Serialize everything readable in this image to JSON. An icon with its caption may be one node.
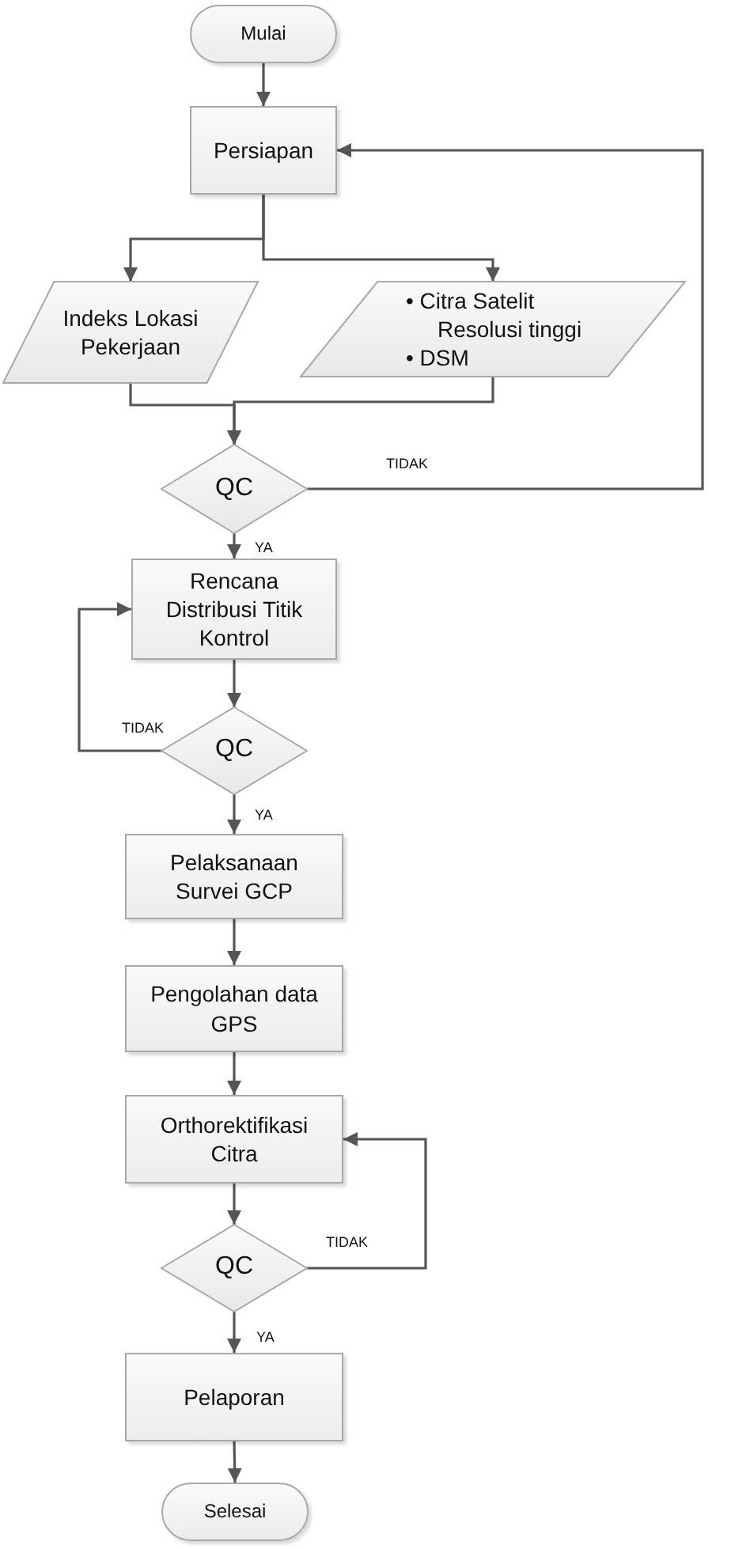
{
  "diagram": {
    "nodes": [
      {
        "text": [
          "Mulai"
        ]
      },
      {
        "text": [
          "Persiapan"
        ]
      },
      {
        "text": [
          "Indeks Lokasi Pekerjaan"
        ]
      },
      {
        "text": [
          "• Citra Satelit Resolusi tinggi",
          "• DSM"
        ]
      },
      {
        "text": [
          "QC"
        ]
      },
      {
        "text": [
          "Rencana Distribusi Titik Kontrol"
        ]
      },
      {
        "text": [
          "QC"
        ]
      },
      {
        "text": [
          "Pelaksanaan Survei GCP"
        ]
      },
      {
        "text": [
          "Pengolahan data GPS"
        ]
      },
      {
        "text": [
          "Orthorektifikasi Citra"
        ]
      },
      {
        "text": [
          "QC"
        ]
      },
      {
        "text": [
          "Pelaporan"
        ]
      },
      {
        "text": [
          "Selesai"
        ]
      }
    ],
    "edges": [
      {
        "from": 0,
        "to": 1,
        "arrow": "to"
      },
      {
        "from": 1,
        "to": 2,
        "arrow": "to"
      },
      {
        "from": 1,
        "to": 3,
        "arrow": "to"
      },
      {
        "from": 2,
        "to": 4,
        "arrow": "to"
      },
      {
        "from": 3,
        "to": 4,
        "arrow": "to"
      },
      {
        "from": 4,
        "to": 1,
        "arrow": "to",
        "label": "TIDAK"
      },
      {
        "from": 4,
        "to": 5,
        "arrow": "to",
        "label": "YA"
      },
      {
        "from": 5,
        "to": 6,
        "arrow": "to"
      },
      {
        "from": 6,
        "to": 5,
        "arrow": "to",
        "label": "TIDAK"
      },
      {
        "from": 6,
        "to": 7,
        "arrow": "to",
        "label": "YA"
      },
      {
        "from": 7,
        "to": 8,
        "arrow": "to"
      },
      {
        "from": 8,
        "to": 9,
        "arrow": "to"
      },
      {
        "from": 9,
        "to": 10,
        "arrow": "to"
      },
      {
        "from": 10,
        "to": 9,
        "arrow": "to",
        "label": "TIDAK"
      },
      {
        "from": 10,
        "to": 11,
        "arrow": "to",
        "label": "YA"
      },
      {
        "from": 11,
        "to": 12,
        "arrow": "to"
      }
    ]
  }
}
